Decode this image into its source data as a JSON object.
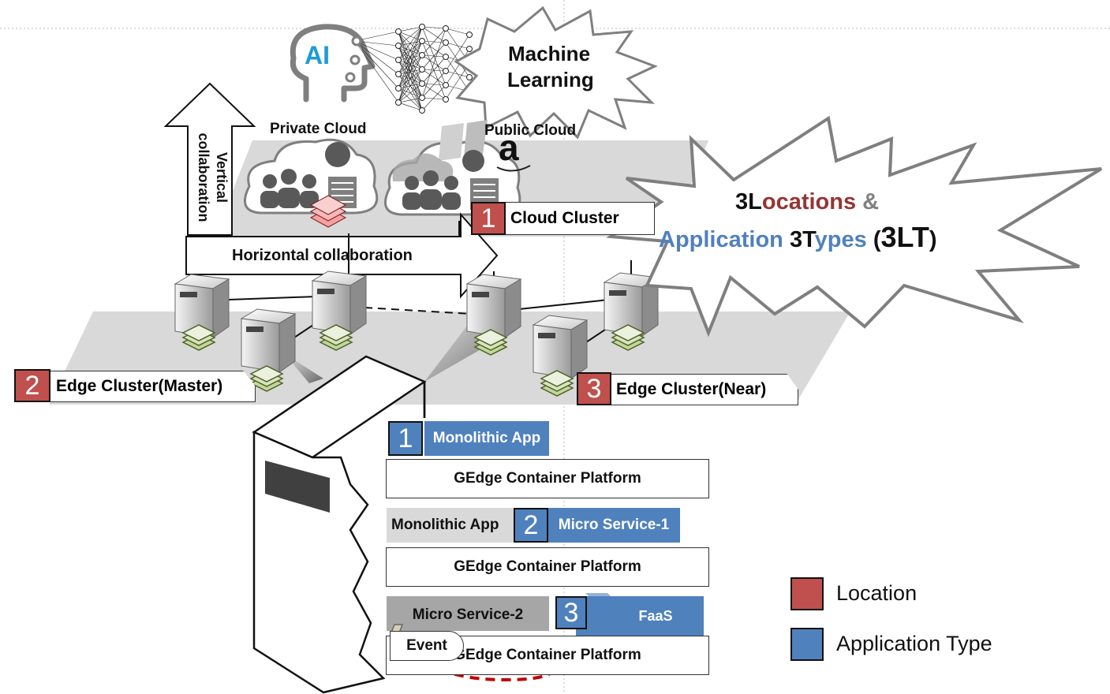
{
  "ml": {
    "ai_text": "AI",
    "machine_learning_lines": [
      "Machine",
      "Learning"
    ]
  },
  "clouds": {
    "private_label": "Private Cloud",
    "public_label": "Public Cloud",
    "public_logo_letter": "a"
  },
  "arrows": {
    "vertical_lines": [
      "Vertical",
      "collaboration"
    ],
    "horizontal": "Horizontal collaboration"
  },
  "locations": [
    {
      "number": "1",
      "label": "Cloud Cluster"
    },
    {
      "number": "2",
      "label": "Edge Cluster(Master)"
    },
    {
      "number": "3",
      "label": "Edge Cluster(Near)"
    }
  ],
  "callout": {
    "line1": {
      "num": "3",
      "l": "L",
      "rest": "ocations",
      "amp": "&"
    },
    "line2": {
      "app": "Application",
      "num": "3",
      "t": "T",
      "rest": "ypes",
      "open": "(",
      "abbr": "3LT",
      "close": ")"
    }
  },
  "app_types": [
    {
      "number": "1",
      "label": "Monolithic App"
    },
    {
      "number": "2",
      "label": "Micro Service-1"
    },
    {
      "number": "3",
      "label": "FaaS"
    }
  ],
  "stack": {
    "platform": "GEdge Container Platform",
    "mono_app": "Monolithic App",
    "micro_service_2": "Micro Service-2",
    "event": "Event"
  },
  "legend": [
    {
      "label": "Location",
      "color": "#c0504d"
    },
    {
      "label": "Application Type",
      "color": "#4f81bd"
    }
  ],
  "colors": {
    "location": "#c0504d",
    "app_type": "#4f81bd",
    "dark_red": "#943634",
    "gray": "#7f7f7f"
  }
}
